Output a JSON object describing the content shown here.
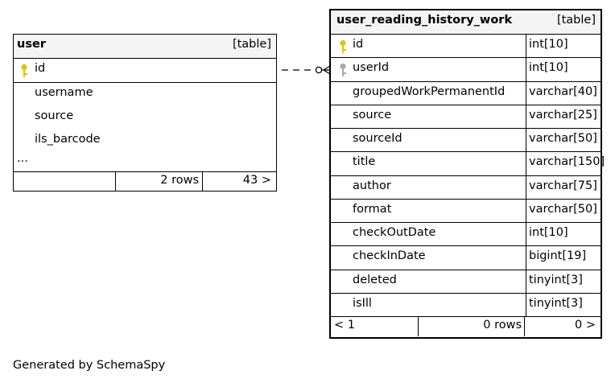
{
  "user_table": {
    "name": "user",
    "kind": "[table]",
    "columns": [
      {
        "name": "id",
        "key": "primary"
      },
      {
        "name": "username"
      },
      {
        "name": "source"
      },
      {
        "name": "ils_barcode"
      }
    ],
    "more": "...",
    "rows": "2 rows",
    "cols_more": "43 >"
  },
  "history_table": {
    "name": "user_reading_history_work",
    "kind": "[table]",
    "columns": [
      {
        "name": "id",
        "type": "int[10]",
        "key": "primary"
      },
      {
        "name": "userId",
        "type": "int[10]",
        "key": "foreign"
      },
      {
        "name": "groupedWorkPermanentId",
        "type": "varchar[40]"
      },
      {
        "name": "source",
        "type": "varchar[25]"
      },
      {
        "name": "sourceId",
        "type": "varchar[50]"
      },
      {
        "name": "title",
        "type": "varchar[150]"
      },
      {
        "name": "author",
        "type": "varchar[75]"
      },
      {
        "name": "format",
        "type": "varchar[50]"
      },
      {
        "name": "checkOutDate",
        "type": "int[10]"
      },
      {
        "name": "checkInDate",
        "type": "bigint[19]"
      },
      {
        "name": "deleted",
        "type": "tinyint[3]"
      },
      {
        "name": "isIll",
        "type": "tinyint[3]"
      }
    ],
    "parents": "< 1",
    "rows": "0 rows",
    "children": "0 >"
  },
  "colors": {
    "header_bg": "#f4f4f4",
    "primary_key": "#e6c200",
    "foreign_key": "#a8a8a8",
    "border": "#000000"
  },
  "footer": "Generated by SchemaSpy"
}
